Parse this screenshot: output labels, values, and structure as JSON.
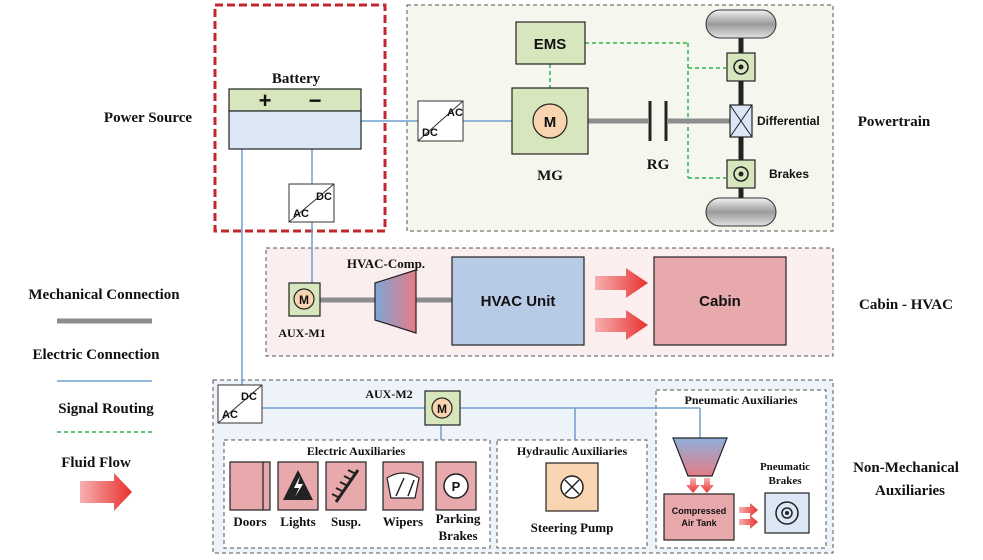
{
  "labels": {
    "power_source": "Power Source",
    "powertrain": "Powertrain",
    "cabin_hvac": "Cabin - HVAC",
    "non_mech_1": "Non-Mechanical",
    "non_mech_2": "Auxiliaries",
    "battery": "Battery",
    "plus": "+",
    "minus": "−",
    "ems": "EMS",
    "mg": "MG",
    "motor_m": "M",
    "rg": "RG",
    "differential": "Differential",
    "brakes": "Brakes",
    "ac": "AC",
    "dc": "DC",
    "hvac_comp": "HVAC-Comp.",
    "hvac_unit": "HVAC Unit",
    "cabin": "Cabin",
    "aux_m1": "AUX-M1",
    "aux_m2": "AUX-M2",
    "electric_aux": "Electric Auxiliaries",
    "hydraulic_aux": "Hydraulic Auxiliaries",
    "pneumatic_aux": "Pneumatic Auxiliaries",
    "doors": "Doors",
    "lights": "Lights",
    "susp": "Susp.",
    "wipers": "Wipers",
    "parking_1": "Parking",
    "parking_2": "Brakes",
    "parking_p": "P",
    "steering_pump": "Steering Pump",
    "compressed_1": "Compressed",
    "compressed_2": "Air Tank",
    "pneumatic_brakes_1": "Pneumatic",
    "pneumatic_brakes_2": "Brakes"
  },
  "legend": {
    "mechanical": "Mechanical Connection",
    "electric": "Electric Connection",
    "signal": "Signal Routing",
    "fluid": "Fluid Flow"
  },
  "colors": {
    "mechanical": "#8c8c8c",
    "electric": "#6f9fd0",
    "signal": "#2fb34a",
    "fluid": "#e8312f",
    "green_block": "#d7e6bd",
    "hvac_unit": "#b7cbe6",
    "cabin": "#e8a9ad",
    "power_border": "#c0282e"
  }
}
